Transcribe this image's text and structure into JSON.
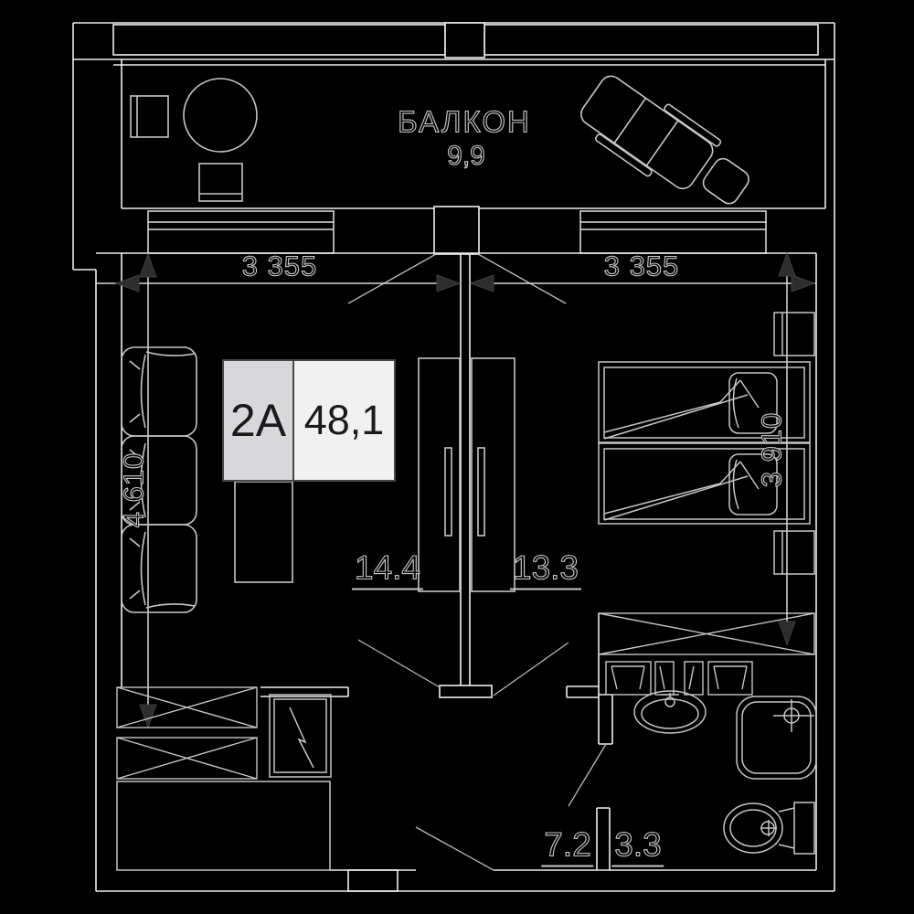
{
  "plan_type": "apartment-floor-plan",
  "unit": {
    "code": "2A",
    "total_area": "48,1"
  },
  "balcony": {
    "title": "БАЛКОН",
    "area": "9,9"
  },
  "rooms": {
    "living": {
      "area": "14.4"
    },
    "bedroom": {
      "area": "13.3"
    },
    "hallway": {
      "area": "7.2"
    },
    "bathroom": {
      "area": "3.3"
    }
  },
  "dimensions": {
    "top_left": "3 355",
    "top_right": "3 355",
    "left_side": "4 610",
    "right_side": "3 910"
  },
  "furniture_symbols": [
    "sofa",
    "desk",
    "stool",
    "round-table",
    "chair",
    "chaise-lounge",
    "wardrobe",
    "single-bed",
    "single-bed",
    "nightstand",
    "nightstand",
    "closet-x",
    "hallway-cabinet-x",
    "electrical-panel",
    "console",
    "vanity-cabinets",
    "sink",
    "shower",
    "toilet"
  ],
  "colors": {
    "background": "#000000",
    "wall_line": "#efefef",
    "furniture_line": "#c6c6ca",
    "dimension_line": "#d9d9d9",
    "arrow_fill": "#2d2d2d",
    "text_stroke": "#c9c9c9",
    "unit_box_left_bg": "#d8d8da",
    "unit_box_right_bg": "#f1f1f2",
    "unit_box_border": "#45454a",
    "unit_box_text": "#1b1b1d"
  }
}
